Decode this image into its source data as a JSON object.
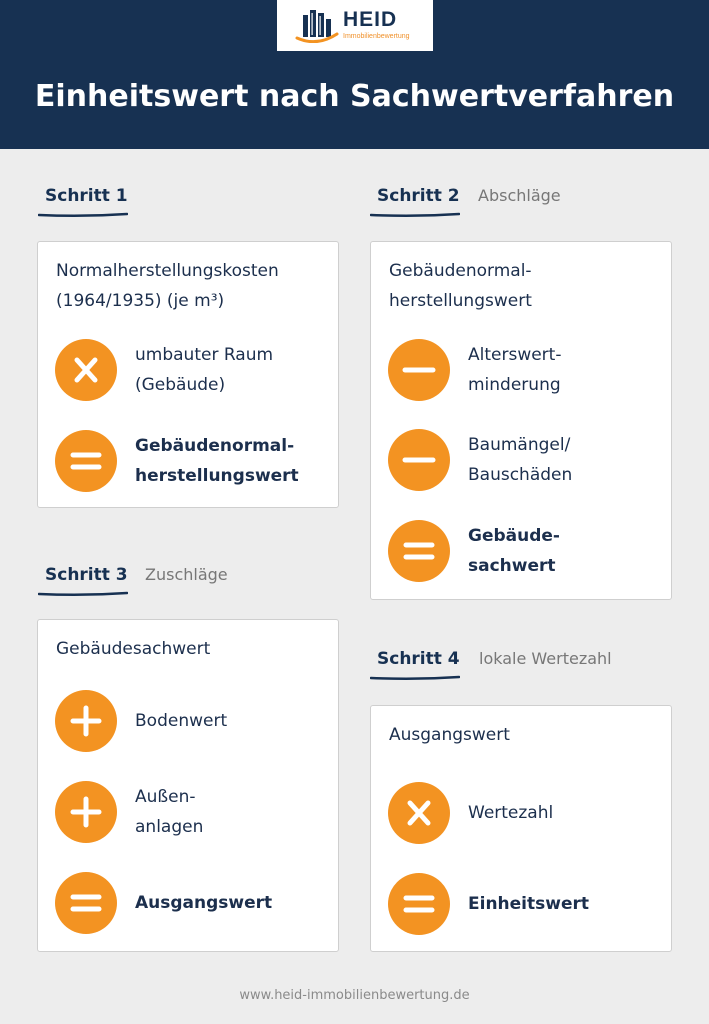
{
  "brand": {
    "name": "HEID",
    "subtitle": "Immobilienbewertung",
    "colors": {
      "navy": "#173152",
      "orange": "#f39322",
      "background": "#ededed"
    }
  },
  "title": "Einheitswert nach Sachwertverfahren",
  "steps": [
    {
      "label": "Schritt 1",
      "sub": "",
      "card_title": "Normalherstellungskosten\n(1964/1935) (je m³)",
      "rows": [
        {
          "icon": "multiply-icon",
          "text": "umbauter Raum\n(Gebäude)",
          "bold": false
        },
        {
          "icon": "equals-icon",
          "text": "Gebäudenormal-\nherstellungswert",
          "bold": true
        }
      ]
    },
    {
      "label": "Schritt 2",
      "sub": "Abschläge",
      "card_title": "Gebäudenormal-\nherstellungswert",
      "rows": [
        {
          "icon": "minus-icon",
          "text": "Alterswert-\nminderung",
          "bold": false
        },
        {
          "icon": "minus-icon",
          "text": "Baumängel/\nBauschäden",
          "bold": false
        },
        {
          "icon": "equals-icon",
          "text": "Gebäude-\nsachwert",
          "bold": true
        }
      ]
    },
    {
      "label": "Schritt 3",
      "sub": "Zuschläge",
      "card_title": "Gebäudesachwert",
      "rows": [
        {
          "icon": "plus-icon",
          "text": "Bodenwert",
          "bold": false
        },
        {
          "icon": "plus-icon",
          "text": "Außen-\nanlagen",
          "bold": false
        },
        {
          "icon": "equals-icon",
          "text": "Ausgangswert",
          "bold": true
        }
      ]
    },
    {
      "label": "Schritt 4",
      "sub": "lokale Wertezahl",
      "card_title": "Ausgangswert",
      "rows": [
        {
          "icon": "multiply-icon",
          "text": "Wertezahl",
          "bold": false
        },
        {
          "icon": "equals-icon",
          "text": "Einheitswert",
          "bold": true
        }
      ]
    }
  ],
  "footer": "www.heid-immobilienbewertung.de"
}
